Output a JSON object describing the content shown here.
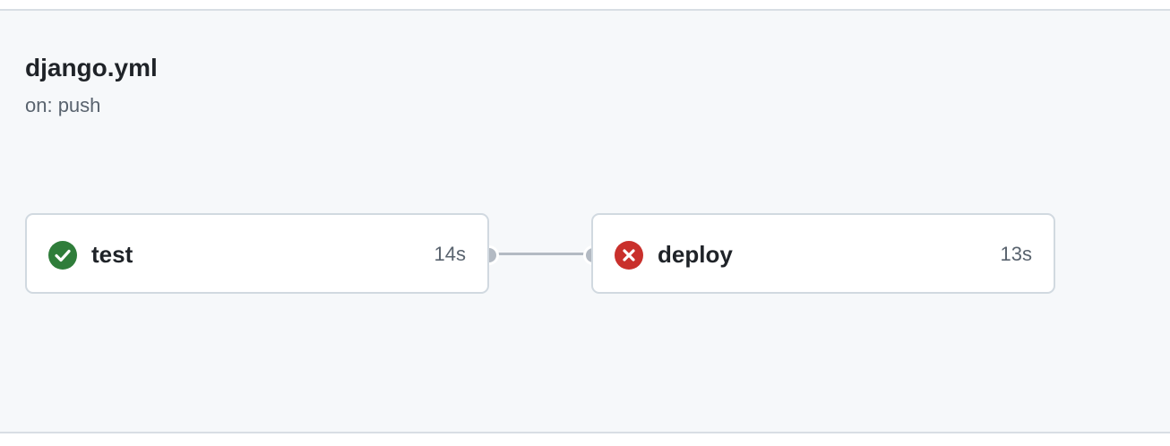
{
  "workflow": {
    "file_name": "django.yml",
    "trigger": "on: push"
  },
  "jobs": [
    {
      "name": "test",
      "duration": "14s",
      "status": "success",
      "status_icon": "check-circle-icon",
      "status_color": "#2f7d3a"
    },
    {
      "name": "deploy",
      "duration": "13s",
      "status": "failure",
      "status_icon": "x-circle-icon",
      "status_color": "#c9302c"
    }
  ],
  "colors": {
    "background": "#f6f8fa",
    "card_border": "#d1d9e0",
    "connector": "#b3bac3"
  }
}
